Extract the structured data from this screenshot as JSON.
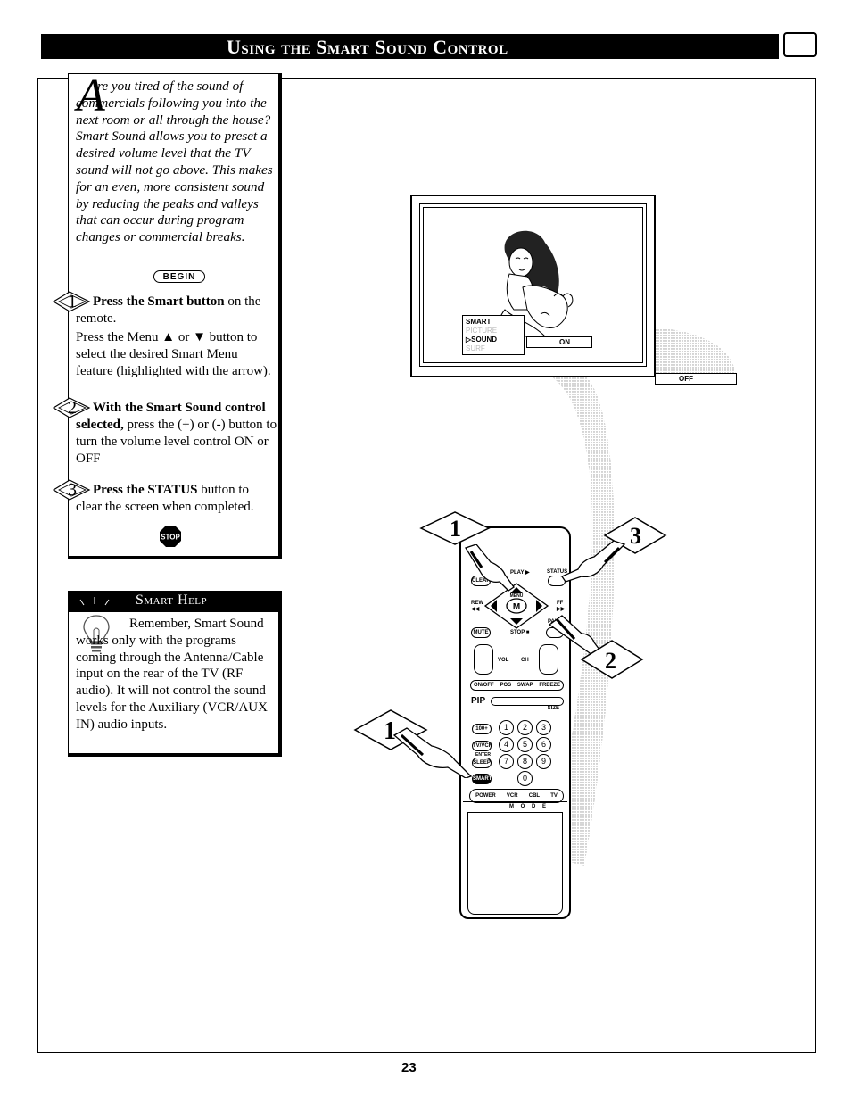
{
  "header": {
    "title": "Using the Smart Sound Control"
  },
  "intro": {
    "dropcap": "A",
    "text": "re you tired of the sound of commercials following you into the next room or all through the house? Smart Sound allows you to preset a desired volume level that the TV sound will not go above. This makes for an even, more consistent sound by reducing the peaks and valleys that can occur during program changes or commercial breaks."
  },
  "begin_label": "BEGIN",
  "steps": [
    {
      "number": "1",
      "bold": "Press the Smart button",
      "rest": " on the remote.",
      "extra": "Press the Menu ▲ or ▼ button to select the desired Smart Menu feature (highlighted with the arrow)."
    },
    {
      "number": "2",
      "bold": "With the Smart Sound control selected,",
      "rest": " press the (+) or (-) button to turn the volume level control ON or OFF",
      "extra": ""
    },
    {
      "number": "3",
      "bold": "Press the STATUS",
      "rest": " button to clear the screen when completed.",
      "extra": ""
    }
  ],
  "stop_label": "STOP",
  "smart_help": {
    "title": "Smart Help",
    "text": "Remember, Smart Sound works only with the programs coming through the Antenna/Cable input on the rear of the TV (RF audio). It will not control the sound levels for the Auxiliary (VCR/AUX IN) audio inputs."
  },
  "tv_menu": {
    "title": "SMART",
    "items": [
      "PICTURE",
      "SOUND",
      "SURF"
    ],
    "on_label": "ON",
    "off_label": "OFF"
  },
  "remote": {
    "top_labels": [
      "PLAY ▶",
      "STATUS"
    ],
    "left_labels": [
      "CLEAR",
      "REW ◀◀"
    ],
    "center_label": "M",
    "menu_label": "MENU",
    "right_labels": [
      "FF ▶▶",
      "PAUSE"
    ],
    "bottom_labels": [
      "MUTE",
      "STOP ■"
    ],
    "vol_label": "VOL",
    "ch_label": "CH",
    "pip_buttons": [
      "ON/OFF",
      "POS",
      "SWAP",
      "FREEZE"
    ],
    "pip_label": "PIP",
    "size_label": "SIZE",
    "side_keys": [
      "100+",
      "TV/VCR",
      "SLEEP",
      "SMART"
    ],
    "enter_label": "ENTER",
    "digits": [
      "1",
      "2",
      "3",
      "4",
      "5",
      "6",
      "7",
      "8",
      "9",
      "0"
    ],
    "mode_buttons": [
      "POWER",
      "VCR",
      "CBL",
      "TV"
    ],
    "mode_label": "M O D E"
  },
  "callouts": [
    "1",
    "3",
    "2",
    "1"
  ],
  "page_number": "23"
}
